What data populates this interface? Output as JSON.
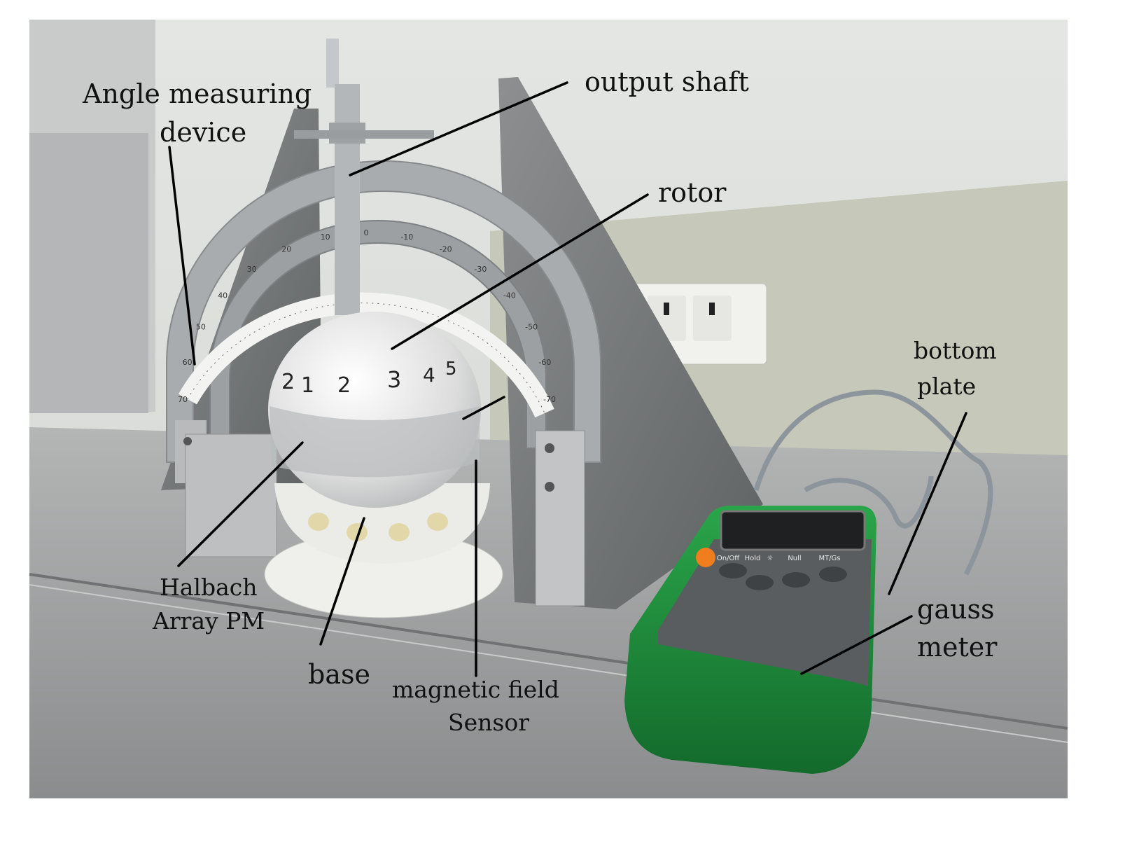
{
  "figure": {
    "labels": {
      "angle_measuring_line1": "Angle measuring",
      "angle_measuring_line2": "device",
      "output_shaft": "output shaft",
      "rotor": "rotor",
      "bottom_plate_line1": "bottom",
      "bottom_plate_line2": "plate",
      "halbach_line1": "Halbach",
      "halbach_line2": "Array PM",
      "base": "base",
      "sensor_line1": "magnetic field",
      "sensor_line2": "Sensor",
      "gauss_line1": "gauss",
      "gauss_line2": "meter"
    },
    "sphere_numbers": [
      "2",
      "1",
      "2",
      "3",
      "4",
      "5"
    ],
    "protractor_ticks": [
      "70",
      "60",
      "50",
      "40",
      "30",
      "20",
      "10",
      "0",
      "-10",
      "-20",
      "-30",
      "-40",
      "-50",
      "-60",
      "-70"
    ],
    "gauss_meter_buttons": [
      "On/Off",
      "Hold",
      "☼",
      "Null",
      "MT/Gs"
    ],
    "colors": {
      "wall": "#d9dcd8",
      "wall_lower": "#c4c6b8",
      "bench": "#9a9c9c",
      "aluminum": "#a7aaad",
      "white_part": "#eeeeec",
      "meter_green": "#1d8a3a",
      "meter_grey": "#55595c"
    }
  }
}
